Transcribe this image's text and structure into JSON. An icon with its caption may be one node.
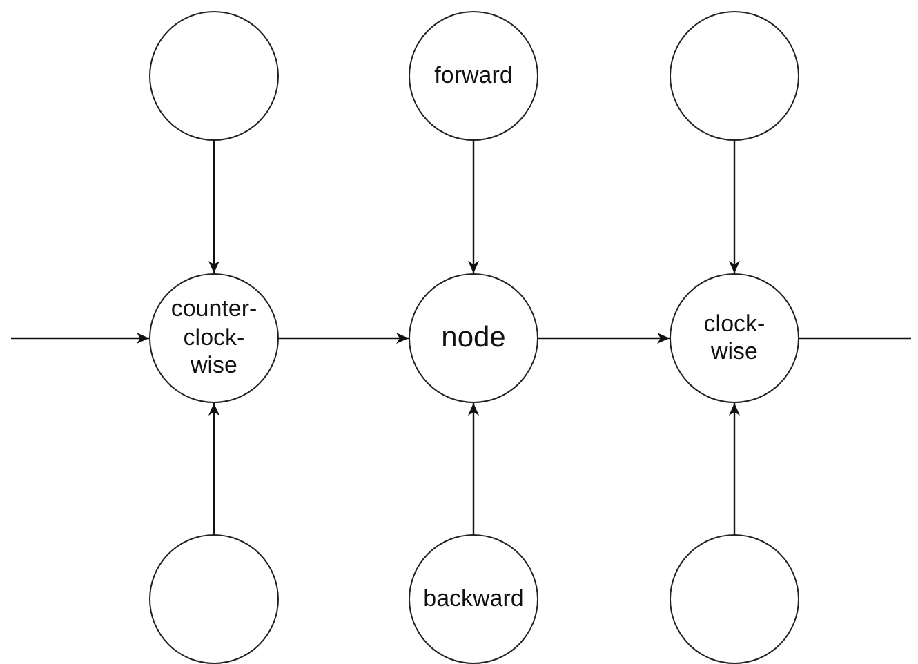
{
  "diagram": {
    "nodes": [
      {
        "text": [],
        "shape": "circle"
      },
      {
        "text": [
          "forward"
        ]
      },
      {
        "text": [],
        "shape": "circle"
      },
      {
        "text": [
          "counter-clock-wise"
        ]
      },
      {
        "text": [
          "node"
        ]
      },
      {
        "text": [
          "clock-wise"
        ]
      },
      {
        "text": [],
        "shape": "circle"
      },
      {
        "text": [
          "backward"
        ]
      },
      {
        "text": [],
        "shape": "circle"
      }
    ],
    "edges": [
      {
        "from": 0,
        "to": 3,
        "arrow": "to"
      },
      {
        "from": 1,
        "to": 4,
        "arrow": "to"
      },
      {
        "from": 2,
        "to": 5,
        "arrow": "to"
      },
      {
        "from": null,
        "to": 3,
        "arrow": "to"
      },
      {
        "from": 3,
        "to": 4,
        "arrow": "to"
      },
      {
        "from": 4,
        "to": 5,
        "arrow": "to"
      },
      {
        "from": 5,
        "to": null,
        "arrow": "none"
      },
      {
        "from": 6,
        "to": 3,
        "arrow": "to"
      },
      {
        "from": 7,
        "to": 4,
        "arrow": "to"
      },
      {
        "from": 8,
        "to": 5,
        "arrow": "to"
      }
    ]
  }
}
